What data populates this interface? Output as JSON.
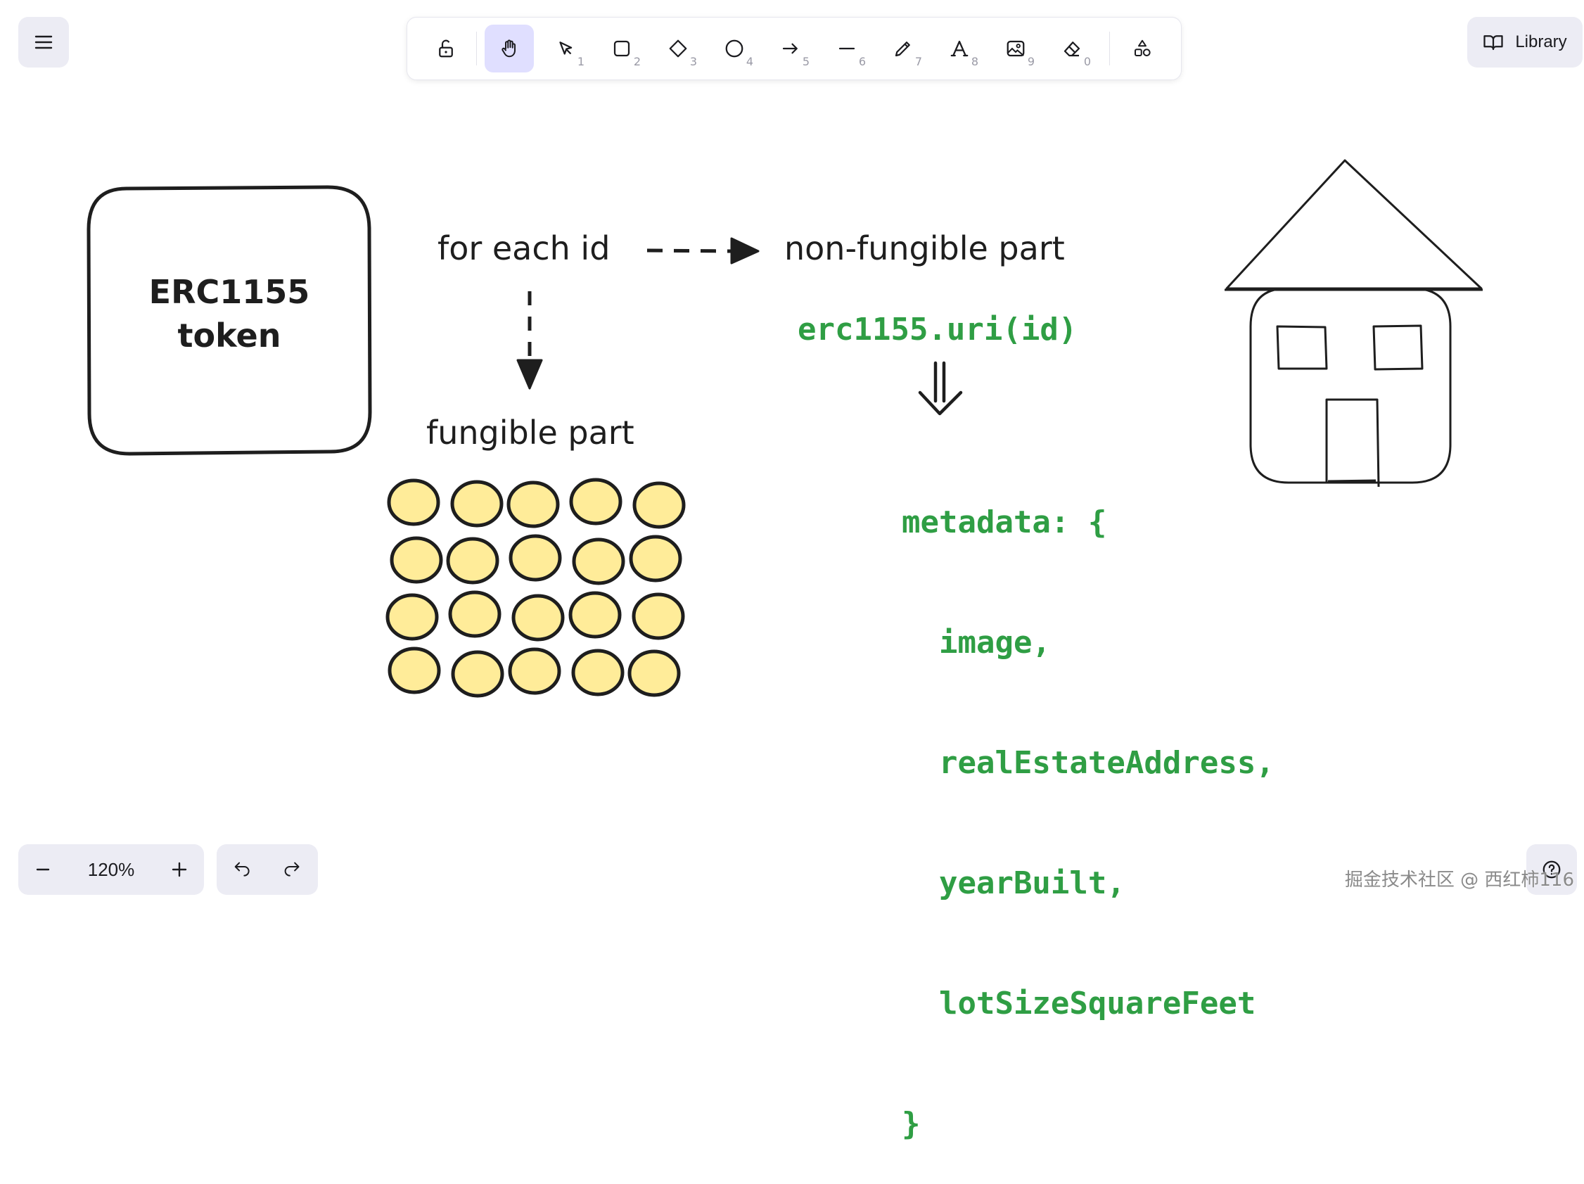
{
  "topbar": {
    "library_label": "Library"
  },
  "toolbar": {
    "tools": [
      {
        "name": "lock",
        "key": ""
      },
      {
        "name": "hand",
        "key": "",
        "active": true
      },
      {
        "name": "selection",
        "key": "1"
      },
      {
        "name": "rectangle",
        "key": "2"
      },
      {
        "name": "diamond",
        "key": "3"
      },
      {
        "name": "ellipse",
        "key": "4"
      },
      {
        "name": "arrow",
        "key": "5"
      },
      {
        "name": "line",
        "key": "6"
      },
      {
        "name": "draw",
        "key": "7"
      },
      {
        "name": "text",
        "key": "8"
      },
      {
        "name": "image",
        "key": "9"
      },
      {
        "name": "eraser",
        "key": "0"
      },
      {
        "name": "more-shapes",
        "key": ""
      }
    ]
  },
  "canvas": {
    "token_label_line1": "ERC1155",
    "token_label_line2": "token",
    "for_each_id": "for each id",
    "non_fungible_part": "non-fungible part",
    "fungible_part": "fungible part",
    "uri_call": "erc1155.uri(id)",
    "metadata_lines": [
      "metadata: {",
      "  image,",
      "  realEstateAddress,",
      "  yearBuilt,",
      "  lotSizeSquareFeet",
      "}"
    ],
    "coin_rows": 4,
    "coin_cols": 5,
    "coin_color": "#ffec99",
    "code_color": "#2f9e44"
  },
  "footer": {
    "zoom_level": "120%",
    "watermark": "掘金技术社区 @ 西红柿116"
  }
}
